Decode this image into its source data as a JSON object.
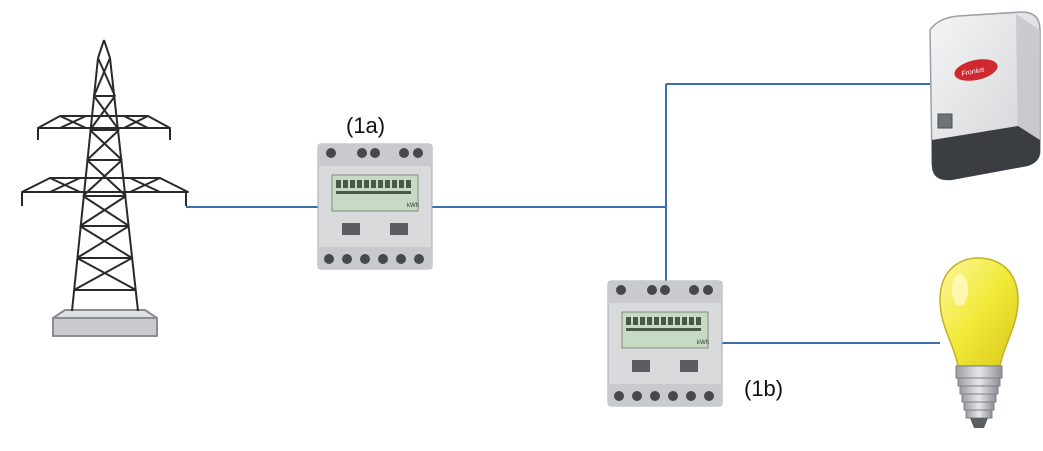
{
  "diagram": {
    "meter_a": {
      "label": "(1a)",
      "unit": "kWh"
    },
    "meter_b": {
      "label": "(1b)",
      "unit": "kWh"
    },
    "inverter": {
      "brand_logo": "Fronius"
    },
    "colors": {
      "wire": "#3b6fb0",
      "meter_body": "#d9dadc",
      "lcd": "#c7dbc4",
      "bulb": "#f3ec3c",
      "inverter_body": "#e9eaeb",
      "inverter_base": "#3a3d42",
      "logo": "#d0282e"
    }
  }
}
